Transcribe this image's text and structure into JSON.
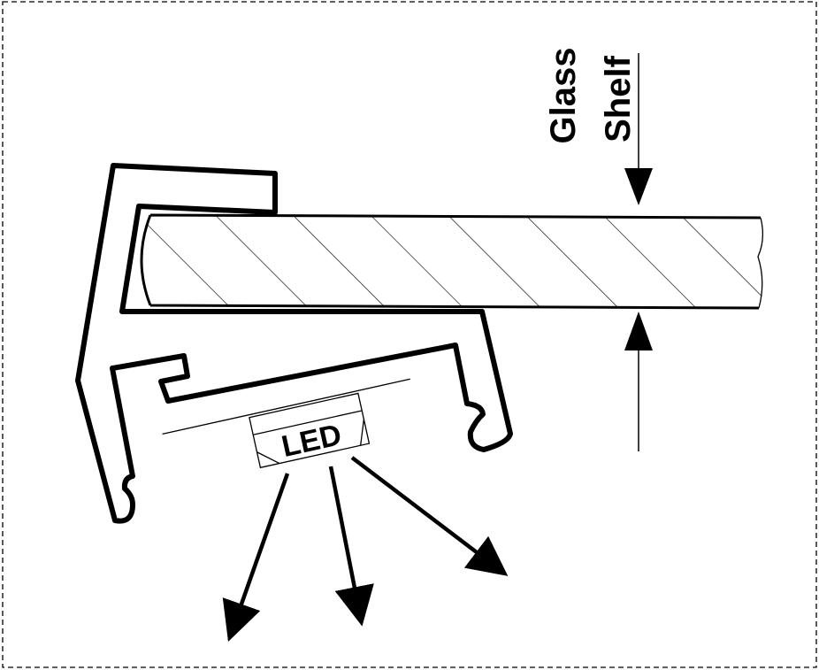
{
  "labels": {
    "glass": "Glass",
    "shelf": "Shelf",
    "led": "LED"
  },
  "colors": {
    "stroke": "#000000",
    "background": "#ffffff"
  }
}
